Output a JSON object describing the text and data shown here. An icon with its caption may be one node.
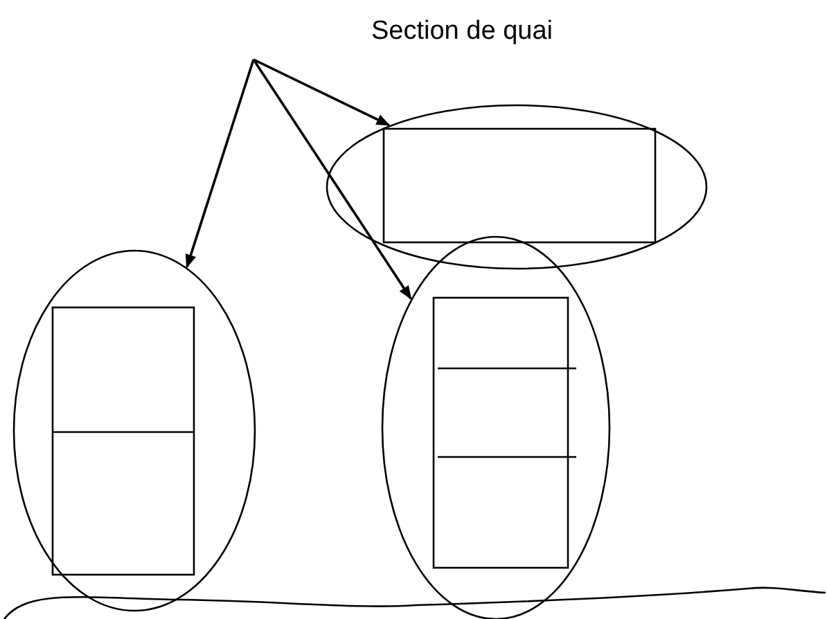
{
  "diagram": {
    "nodes": [
      {
        "text": [],
        "shape": "ellipse"
      },
      {
        "text": [],
        "shape": "ellipse"
      },
      {
        "text": [],
        "shape": "ellipse"
      }
    ],
    "edges": [
      {
        "from": null,
        "to": 0,
        "arrow": "to"
      },
      {
        "from": null,
        "to": 2,
        "arrow": "to"
      },
      {
        "from": null,
        "to": 1,
        "arrow": "to"
      }
    ],
    "labels": [
      "Section de quai"
    ]
  }
}
